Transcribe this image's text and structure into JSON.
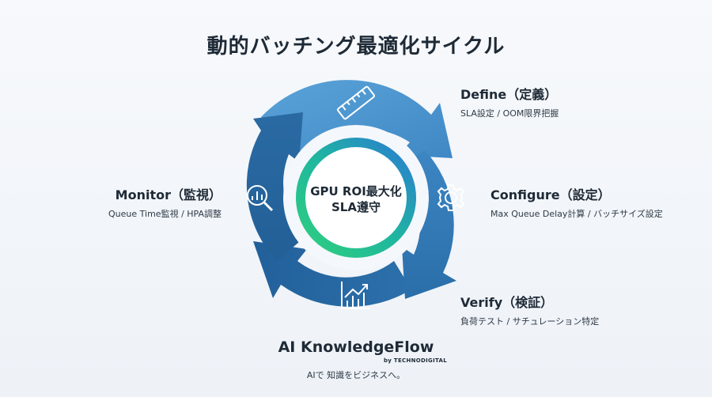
{
  "title": "動的バッチング最適化サイクル",
  "center": {
    "line1": "GPU ROI最大化",
    "line2": "SLA遵守"
  },
  "steps": [
    {
      "head": "Define（定義）",
      "sub": "SLA設定 / OOM限界把握",
      "icon": "ruler-icon"
    },
    {
      "head": "Configure（設定）",
      "sub": "Max Queue Delay計算 / バッチサイズ設定",
      "icon": "gear-icon"
    },
    {
      "head": "Verify（検証）",
      "sub": "負荷テスト / サチュレーション特定",
      "icon": "growth-chart-icon"
    },
    {
      "head": "Monitor（監視）",
      "sub": "Queue Time監視 / HPA調整",
      "icon": "magnifier-chart-icon"
    }
  ],
  "brand": {
    "name": "AI KnowledgeFlow",
    "by": "by TECHNODIGITAL",
    "tagline": "AIで 知識をビジネスへ。"
  },
  "colors": {
    "arrow_light": "#4a93cc",
    "arrow_dark": "#1e5f96",
    "ring_green": "#22c27a",
    "ring_blue": "#2d7fd0"
  }
}
